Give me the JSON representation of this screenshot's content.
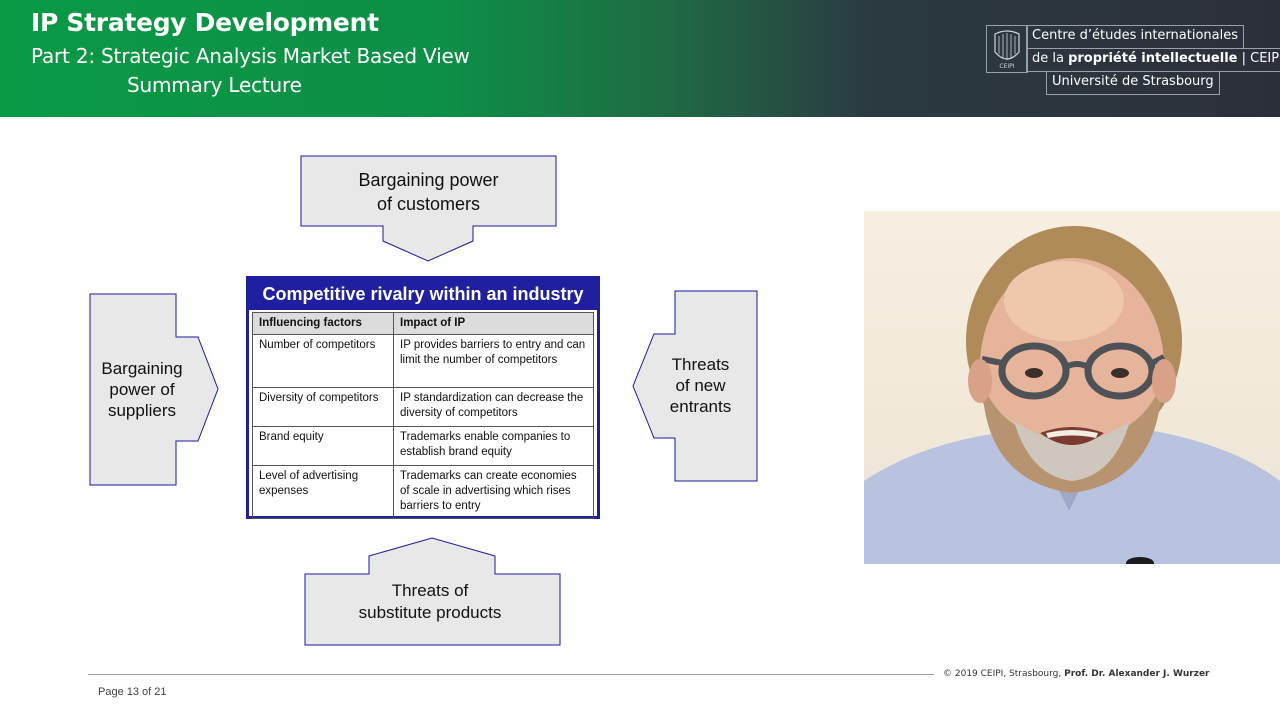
{
  "header": {
    "title": "IP Strategy Development",
    "subtitle": "Part 2: Strategic Analysis Market Based View",
    "subtitle2": "Summary Lecture",
    "logo": {
      "line1": "Centre d’études internationales",
      "line2_prefix": "de la ",
      "line2_bold": "propriété intellectuelle",
      "line2_suffix": " | CEIPI",
      "line3": "Université de Strasbourg",
      "emblem_text": "CEIPI"
    }
  },
  "diagram": {
    "top": "Bargaining power\nof customers",
    "left": "Bargaining\npower of\nsuppliers",
    "right": "Threats\nof new\nentrants",
    "bottom": "Threats of\nsubstitute products",
    "center_title": "Competitive rivalry within an industry",
    "table": {
      "headers": [
        "Influencing factors",
        "Impact of IP"
      ],
      "rows": [
        [
          "Number of competitors",
          "IP provides barriers to entry and can limit the number of competitors"
        ],
        [
          "Diversity of competitors",
          "IP standardization can decrease the diversity of competitors"
        ],
        [
          "Brand equity",
          "Trademarks  enable companies to establish brand equity"
        ],
        [
          "Level of advertising expenses",
          "Trademarks can create economies of scale in advertising which rises barriers to entry"
        ]
      ]
    }
  },
  "footer": {
    "copyright_prefix": "© 2019 CEIPI, Strasbourg, ",
    "copyright_author": "Prof. Dr. Alexander J. Wurzer",
    "page": "Page 13 of  21"
  },
  "colors": {
    "banner_green": "#0a9a46",
    "banner_dark": "#2c2f3a",
    "rivalry_blue": "#1f1fa0",
    "arrow_fill": "#e8e8e8",
    "arrow_stroke": "#1a1aa0"
  },
  "video": {
    "icon": "speaker-video-feed"
  }
}
